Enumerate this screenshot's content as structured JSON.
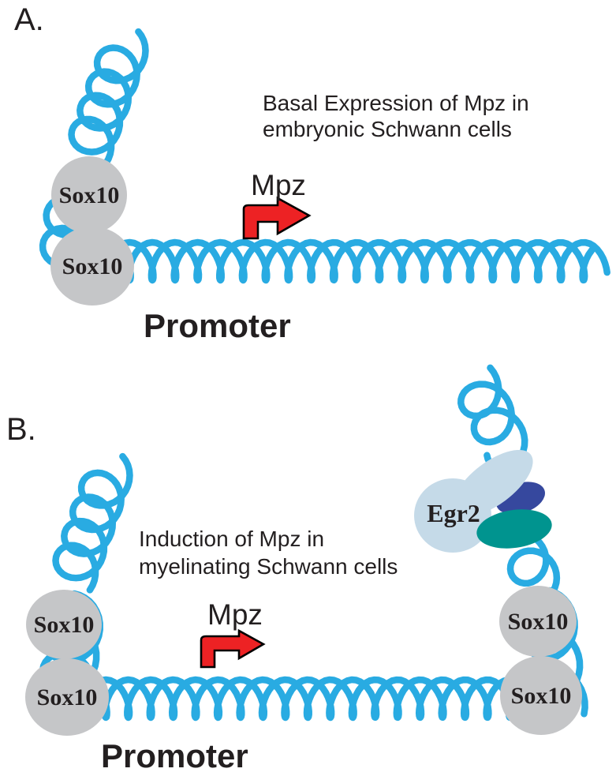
{
  "colors": {
    "dna_cyan": "#29ABE2",
    "protein_gray": "#C5C6C8",
    "egr2_light_blue": "#C5DAE8",
    "cofactor_navy": "#36489E",
    "cofactor_teal": "#00948F",
    "arrow_red": "#ED2224",
    "outline_black": "#000000",
    "text_black": "#231F20"
  },
  "panel_a": {
    "label": "A.",
    "description_line1": "Basal Expression of Mpz in",
    "description_line2": "embryonic Schwann cells",
    "gene_label": "Mpz",
    "promoter_label": "Promoter",
    "protein_top": "Sox10",
    "protein_bottom": "Sox10"
  },
  "panel_b": {
    "label": "B.",
    "description_line1": "Induction of Mpz in",
    "description_line2": "myelinating Schwann cells",
    "gene_label": "Mpz",
    "promoter_label": "Promoter",
    "left_protein_top": "Sox10",
    "left_protein_bottom": "Sox10",
    "right_protein_top": "Sox10",
    "right_protein_bottom": "Sox10",
    "enhancer_protein": "Egr2"
  }
}
